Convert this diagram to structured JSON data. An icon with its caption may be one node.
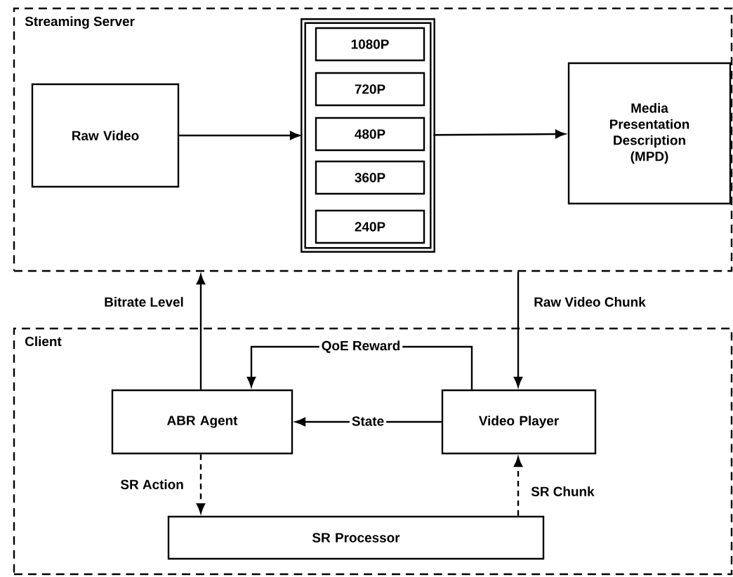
{
  "diagram": {
    "nodes": [
      {
        "text": [
          "Streaming Server"
        ]
      },
      {
        "text": [
          "Raw Video"
        ],
        "in": 0
      },
      {
        "text": [],
        "shape": "box",
        "in": 0
      },
      {
        "text": [
          "1080P"
        ],
        "in": 2
      },
      {
        "text": [
          "720P"
        ],
        "in": 2
      },
      {
        "text": [
          "480P"
        ],
        "in": 2
      },
      {
        "text": [
          "360P"
        ],
        "in": 2
      },
      {
        "text": [
          "240P"
        ],
        "in": 2
      },
      {
        "text": [
          "Media Presentation Description (MPD)"
        ],
        "in": 0
      },
      {
        "text": [
          "Client"
        ]
      },
      {
        "text": [
          "ABR Agent"
        ],
        "in": 9
      },
      {
        "text": [
          "Video Player"
        ],
        "in": 9
      },
      {
        "text": [
          "SR Processor"
        ],
        "in": 9
      }
    ],
    "edges": [
      {
        "from": 1,
        "to": 2,
        "arrow": "to"
      },
      {
        "from": 2,
        "to": 8,
        "arrow": "to"
      },
      {
        "from": 10,
        "to": 0,
        "arrow": "to",
        "label": "Bitrate Level"
      },
      {
        "from": 0,
        "to": 11,
        "arrow": "to",
        "label": "Raw Video Chunk"
      },
      {
        "from": 11,
        "to": 10,
        "arrow": "to",
        "label": "QoE Reward"
      },
      {
        "from": 11,
        "to": 10,
        "arrow": "to",
        "label": "State"
      },
      {
        "from": 10,
        "to": 12,
        "arrow": "to",
        "label": "SR Action",
        "style": "dashed"
      },
      {
        "from": 12,
        "to": 11,
        "arrow": "to",
        "label": "SR Chunk",
        "style": "dashed"
      }
    ]
  }
}
